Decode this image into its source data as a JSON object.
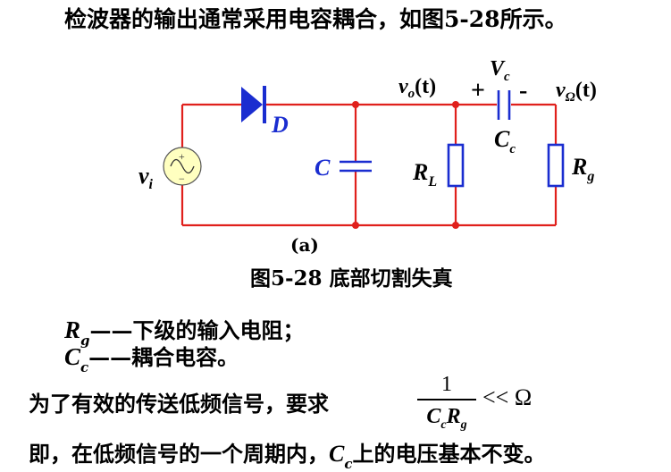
{
  "heading": "检波器的输出通常采用电容耦合，如图5-28所示。",
  "circuit": {
    "source_label": "v",
    "source_sub": "i",
    "diode_label": "D",
    "cap_label": "C",
    "rl_label": "R",
    "rl_sub": "L",
    "vo_label": "v",
    "vo_sub": "o",
    "vo_tail": "(t)",
    "vc_label": "V",
    "vc_sub": "c",
    "plus": "+",
    "minus": "-",
    "cc_label": "C",
    "cc_sub": "c",
    "vomega_label": "v",
    "vomega_sub": "Ω",
    "vomega_tail": "(t)",
    "rg_label": "R",
    "rg_sub": "g",
    "source_plus": "+",
    "source_minus": "−"
  },
  "caption_sub": "(a)",
  "caption": "图5-28 底部切割失真",
  "definitions": [
    {
      "sym": "R",
      "sub": "g",
      "text": "——下级的输入电阻；"
    },
    {
      "sym": "C",
      "sub": "c",
      "text": "——耦合电容。"
    }
  ],
  "requirement": {
    "text": "为了有效的传送低频信号，要求",
    "numerator": "1",
    "den_sym1": "C",
    "den_sub1": "c",
    "den_sym2": "R",
    "den_sub2": "g",
    "relation": "<< Ω"
  },
  "conclusion": {
    "prefix": "即，在低频信号的一个周期内，",
    "sym": "C",
    "sub": "c",
    "suffix": "上的电压基本不变。"
  },
  "colors": {
    "wire": "#e0201c",
    "component": "#1a2dd0",
    "label": "#1a2dd0",
    "text": "#000000"
  }
}
